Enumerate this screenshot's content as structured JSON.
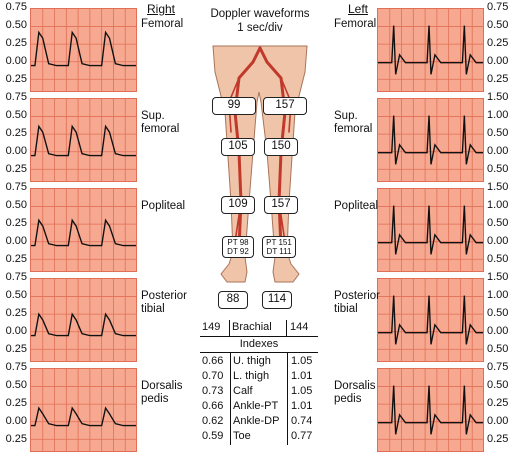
{
  "title": {
    "line1": "Doppler waveforms",
    "line2": "1 sec/div"
  },
  "right": {
    "heading": "Right",
    "labels": [
      "Femoral",
      "Sup.\nfemoral",
      "Popliteal",
      "Posterior\ntibial",
      "Dorsalis\npedis"
    ]
  },
  "left": {
    "heading": "Left",
    "labels": [
      "Femoral",
      "Sup.\nfemoral",
      "Popliteal",
      "Posterior\ntibial",
      "Dorsalis\npedis"
    ]
  },
  "right_ticks": [
    [
      "0.75",
      "0.50",
      "0.25",
      "0.00",
      "0.25"
    ],
    [
      "0.75",
      "0.50",
      "0.25",
      "0.00",
      "0.25"
    ],
    [
      "0.75",
      "0.50",
      "0.25",
      "0.00",
      "0.25"
    ],
    [
      "0.75",
      "0.50",
      "0.25",
      "0.00",
      "0.25"
    ],
    [
      "0.75",
      "0.50",
      "0.25",
      "0.00",
      "0.25"
    ]
  ],
  "left_ticks": [
    [
      "0.75",
      "0.50",
      "0.25",
      "0.00",
      "0.25"
    ],
    [
      "1.50",
      "1.00",
      "0.50",
      "0.00",
      "0.50"
    ],
    [
      "1.50",
      "1.00",
      "0.50",
      "0.00",
      "0.50"
    ],
    [
      "1.50",
      "1.00",
      "0.50",
      "0.00",
      "0.50"
    ],
    [
      "0.75",
      "0.50",
      "0.25",
      "0.00",
      "0.25"
    ]
  ],
  "pressures": {
    "thigh_upper": {
      "right": "99",
      "left": "157"
    },
    "thigh_lower": {
      "right": "105",
      "left": "150"
    },
    "calf": {
      "right": "109",
      "left": "157"
    },
    "ankle": {
      "right_pt": "PT 98",
      "right_dt": "DT 92",
      "left_pt": "PT 151",
      "left_dt": "DT 111"
    },
    "toe": {
      "right": "88",
      "left": "114"
    }
  },
  "brachial": {
    "right": "149",
    "label": "Brachial",
    "left": "144"
  },
  "indexes": {
    "heading": "Indexes",
    "rows": [
      {
        "right": "0.66",
        "label": "U. thigh",
        "left": "1.05"
      },
      {
        "right": "0.70",
        "label": "L. thigh",
        "left": "1.01"
      },
      {
        "right": "0.73",
        "label": "Calf",
        "left": "1.05"
      },
      {
        "right": "0.66",
        "label": "Ankle-PT",
        "left": "1.01"
      },
      {
        "right": "0.62",
        "label": "Ankle-DP",
        "left": "0.74"
      },
      {
        "right": "0.59",
        "label": "Toe",
        "left": "0.77"
      }
    ]
  },
  "colors": {
    "grid_fill": "#f6a890",
    "grid_line": "#e06f55",
    "artery": "#c0392b",
    "skin": "#f0c4a8"
  }
}
